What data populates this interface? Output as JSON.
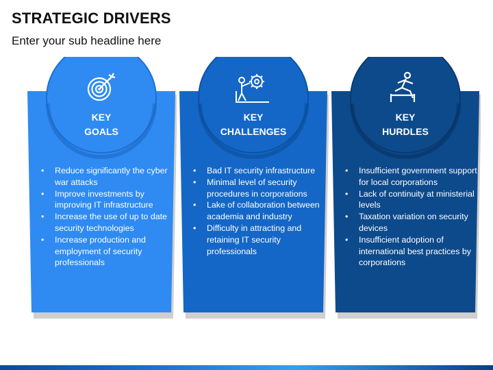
{
  "header": {
    "title": "STRATEGIC DRIVERS",
    "subtitle": "Enter your sub headline here"
  },
  "colors": {
    "card1": "#2f8bf2",
    "card2": "#1467c6",
    "card3": "#0d4a8c",
    "shadow": "#cfcfcf",
    "bottom_bar": "#1d6fcf"
  },
  "cards": [
    {
      "icon": "target-icon",
      "key_line1": "KEY",
      "key_line2": "GOALS",
      "bullets": [
        "Reduce significantly the cyber war attacks",
        "Improve investments by improving IT infrastructure",
        "Increase the use of up to date security technologies",
        "Increase production and employment of security professionals"
      ]
    },
    {
      "icon": "person-gear-icon",
      "key_line1": "KEY",
      "key_line2": "CHALLENGES",
      "bullets": [
        "Bad IT security infrastructure",
        "Minimal level of security procedures in corporations",
        "Lake of collaboration between academia and industry",
        "Difficulty in attracting and retaining IT security professionals"
      ]
    },
    {
      "icon": "hurdle-jumper-icon",
      "key_line1": "KEY",
      "key_line2": "HURDLES",
      "bullets": [
        "Insufficient government support for local corporations",
        "Lack of continuity at ministerial levels",
        "Taxation variation on security devices",
        "Insufficient adoption of international best practices by corporations"
      ]
    }
  ]
}
